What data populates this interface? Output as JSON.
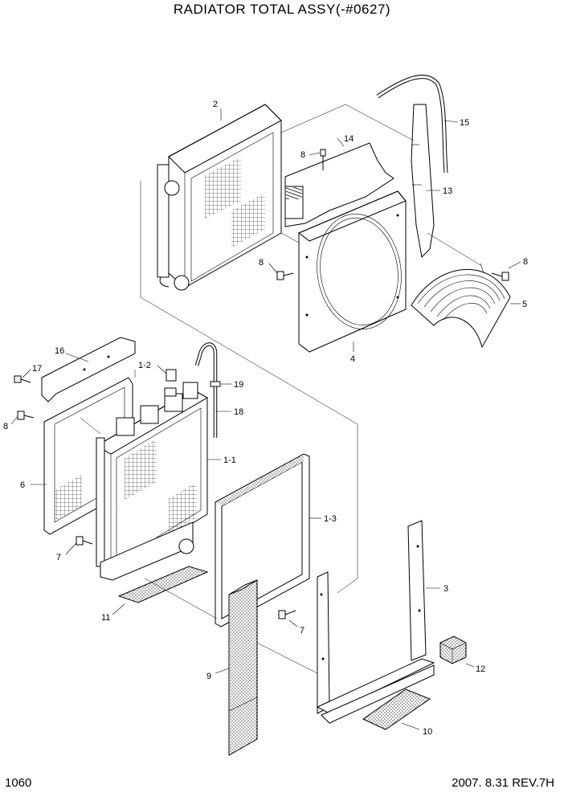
{
  "title": "RADIATOR TOTAL ASSY(-#0627)",
  "page_number": "1060",
  "revision": "2007. 8.31 REV.7H",
  "callouts": {
    "c2": "2",
    "c15": "15",
    "c14": "14",
    "c8a": "8",
    "c13": "13",
    "c8b": "8",
    "c8c": "8",
    "c5": "5",
    "c4": "4",
    "c16": "16",
    "c1_2": "1-2",
    "c19": "19",
    "c17": "17",
    "c18": "18",
    "c8d": "8",
    "c1_1": "1-1",
    "c6": "6",
    "c1_3": "1-3",
    "c7a": "7",
    "c3": "3",
    "c11": "11",
    "c7b": "7",
    "c12": "12",
    "c9": "9",
    "c10": "10"
  }
}
